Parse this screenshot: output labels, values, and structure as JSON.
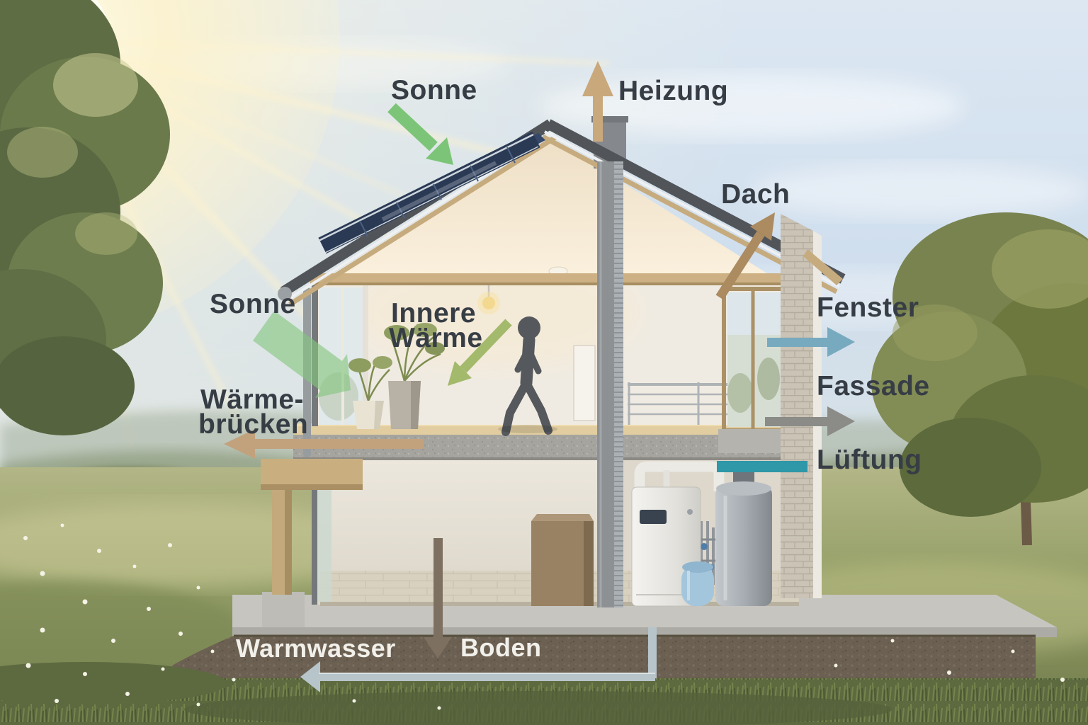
{
  "diagram_labels": {
    "sun_top": "Sonne",
    "heating": "Heizung",
    "roof": "Dach",
    "window": "Fenster",
    "facade": "Fassade",
    "ventilation": "Lüftung",
    "sun_left": "Sonne",
    "thermal_bridge_line1": "Wärme-",
    "thermal_bridge_line2": "brücken",
    "internal_heat_line1": "Innere",
    "internal_heat_line2": "Wärme",
    "hot_water": "Warmwasser",
    "ground": "Boden"
  },
  "colors": {
    "label_dark": "#373d45",
    "label_light": "#f2f0ea",
    "sun_gain_green": "#7cc578",
    "sun_band_green": "#85c77f",
    "internal_heat_green": "#a3b96b",
    "heating_arrow_tan": "#c9a87c",
    "roof_arrow_tan": "#ac8b61",
    "window_arrow_blue": "#78aabf",
    "facade_arrow_gray": "#8b8b87",
    "ventilation_teal": "#2e97a8",
    "thermal_bridge_tan": "#c2a27d",
    "ground_arrow_brown": "#7d7061",
    "hot_water_silver": "#b7c4c9",
    "solar_panel_navy": "#2a3a54",
    "roof_dark": "#51555a",
    "sun_core": "#fff6d8"
  }
}
